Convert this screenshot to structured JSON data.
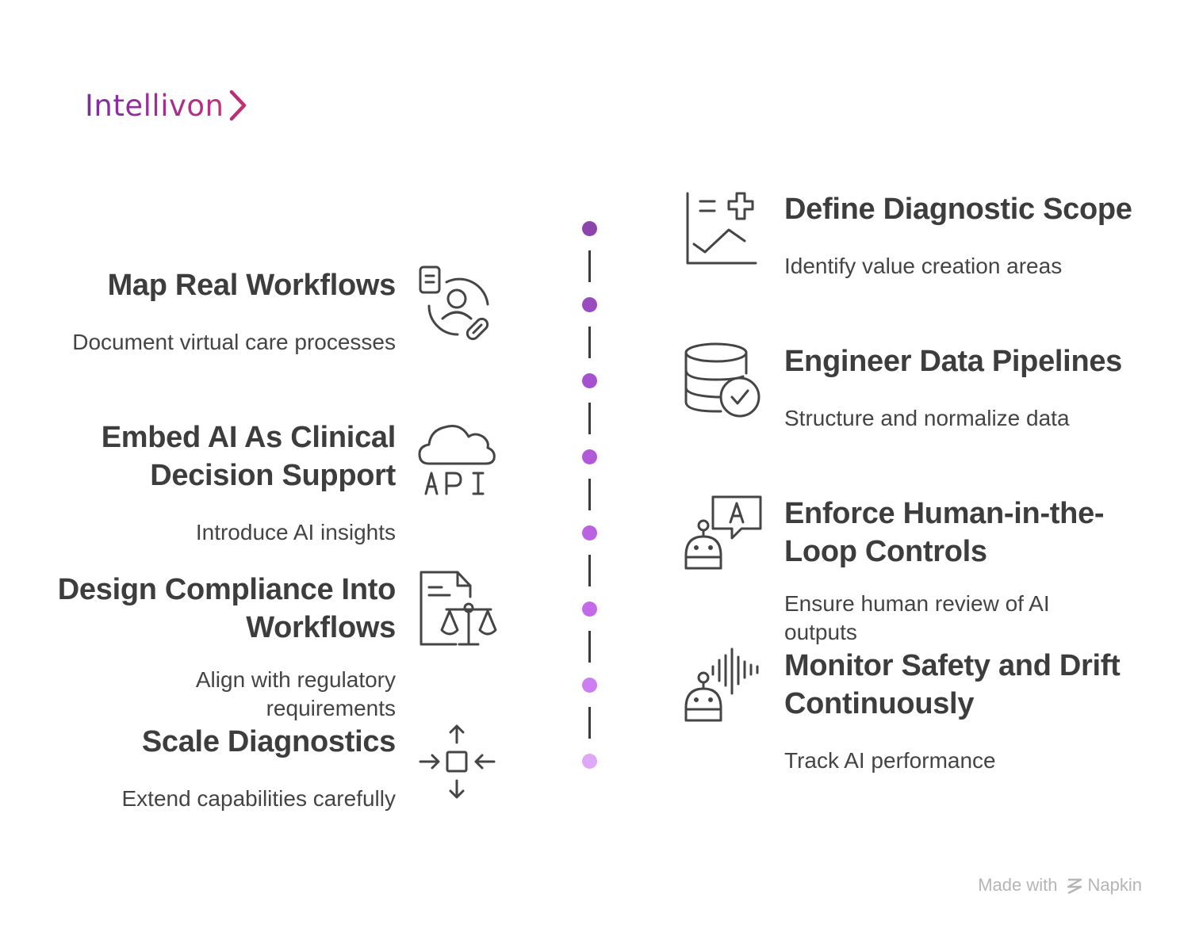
{
  "brand": {
    "name": "Intellivon"
  },
  "left_steps": [
    {
      "title": "Map Real Workflows",
      "desc": "Document virtual care processes",
      "icon": "user-document-pill-icon"
    },
    {
      "title": "Embed AI As Clinical Decision Support",
      "desc": "Introduce AI insights",
      "icon": "cloud-api-icon"
    },
    {
      "title": "Design Compliance Into Workflows",
      "desc": "Align with regulatory requirements",
      "icon": "document-scale-icon"
    },
    {
      "title": "Scale Diagnostics",
      "desc": "Extend capabilities carefully",
      "icon": "expand-arrows-icon"
    }
  ],
  "right_steps": [
    {
      "title": "Define Diagnostic Scope",
      "desc": "Identify value creation areas",
      "icon": "chart-medical-cross-icon"
    },
    {
      "title": "Engineer Data Pipelines",
      "desc": "Structure and normalize data",
      "icon": "database-check-icon"
    },
    {
      "title": "Enforce Human-in-the-Loop Controls",
      "desc": "Ensure human review of AI outputs",
      "icon": "robot-chat-icon"
    },
    {
      "title": "Monitor Safety and Drift Continuously",
      "desc": "Track AI performance",
      "icon": "robot-signal-icon"
    }
  ],
  "timeline": {
    "dot_colors": [
      "#8e44ad",
      "#9b4bc0",
      "#a652cf",
      "#b05ad9",
      "#bb62e3",
      "#c36aea",
      "#cc7ef0",
      "#dea8f6"
    ]
  },
  "footer": {
    "made_with": "Made with",
    "tool": "Napkin"
  }
}
